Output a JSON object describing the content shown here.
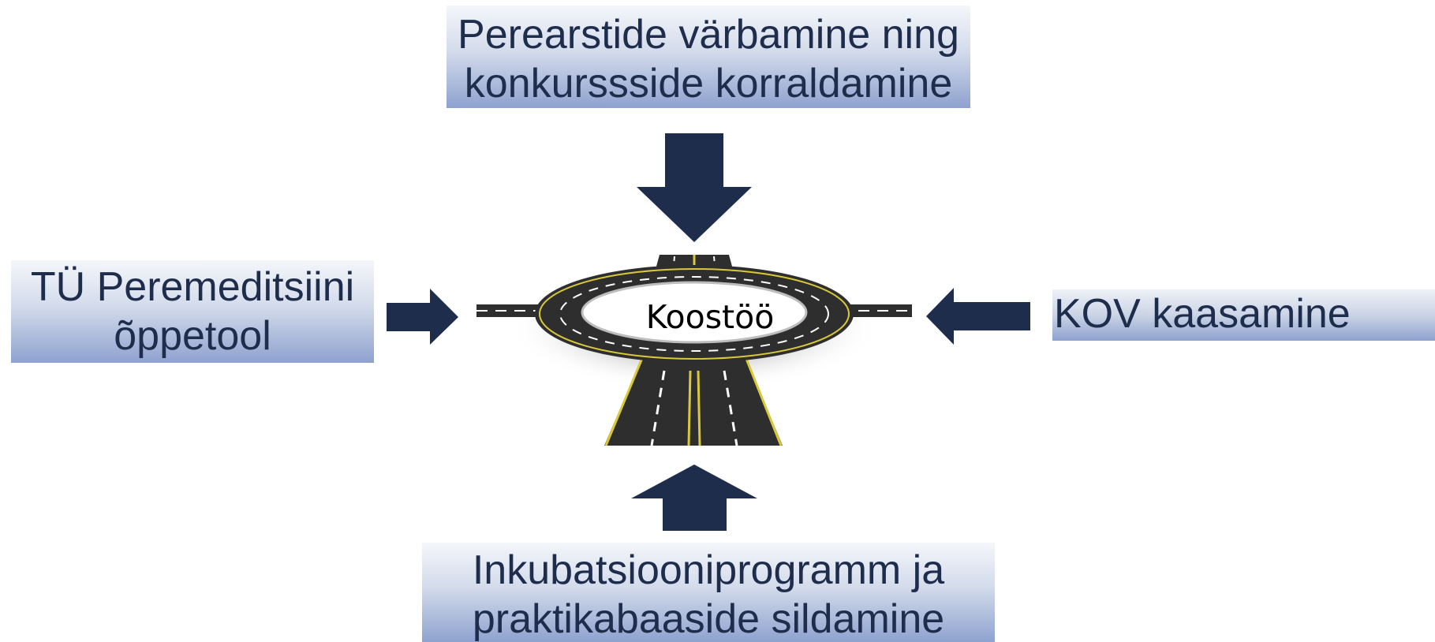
{
  "diagram": {
    "center": {
      "label": "Koostöö"
    },
    "top": {
      "lines": [
        "Perearstide värbamine ning",
        "konkurssside korraldamine"
      ]
    },
    "bottom": {
      "lines": [
        "Inkubatsiooniprogramm ja",
        "praktikabaaside sildamine"
      ]
    },
    "left": {
      "lines": [
        "TÜ Peremeditsiini",
        "õppetool"
      ]
    },
    "right": {
      "lines": [
        "KOV kaasamine"
      ]
    },
    "colors": {
      "arrow": "#1f2d4d",
      "text": "#1f2d4d",
      "box_gradient_top": "#f4f6fa",
      "box_gradient_bottom": "#8ea2cf",
      "road": "#2e2e2e",
      "road_center_line": "#d8c83a"
    },
    "icons": [
      "roundabout-road-illustration",
      "arrow-down-icon",
      "arrow-up-icon",
      "arrow-right-icon",
      "arrow-left-icon"
    ]
  }
}
